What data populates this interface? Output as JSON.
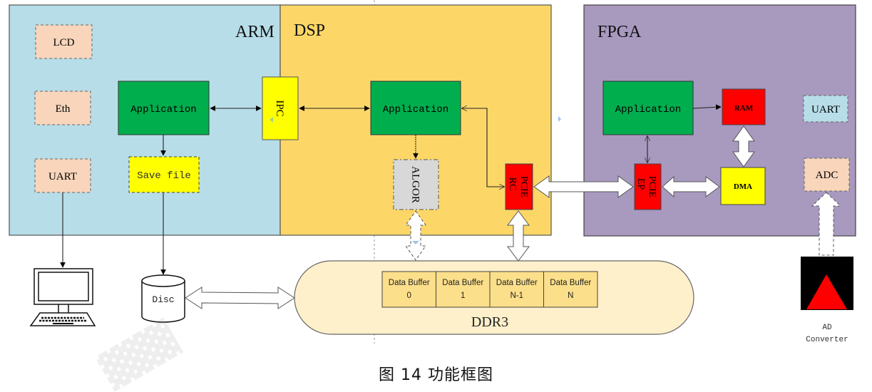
{
  "caption": "图 14 功能框图",
  "colors": {
    "arm_bg": "#b7dde8",
    "dsp_bg": "#fcd768",
    "fpga_bg": "#a899bf",
    "application": "#00ae4e",
    "yellow_block": "#ffff00",
    "red_block": "#ff0000",
    "peripheral": "#f8d5bb",
    "algor": "#d8d8d8",
    "ddr3": "#fff0cc",
    "data_buffer": "#fcdf8a",
    "uart_fpga": "#b7dde8"
  },
  "arm": {
    "title": "ARM",
    "peripherals": [
      "LCD",
      "Eth",
      "UART"
    ],
    "application": "Application",
    "save_file": "Save file"
  },
  "ipc": {
    "label": "IPC"
  },
  "dsp": {
    "title": "DSP",
    "application": "Application",
    "algor": "ALGOR",
    "pcie_rc": [
      "PCIE",
      "RC"
    ]
  },
  "fpga": {
    "title": "FPGA",
    "application": "Application",
    "ram": "RAM",
    "dma": "DMA",
    "uart": "UART",
    "adc": "ADC",
    "pcie_ep": [
      "PCIE",
      "EP"
    ]
  },
  "ddr3": {
    "label": "DDR3",
    "buffers": [
      {
        "line1": "Data Buffer",
        "line2": "0"
      },
      {
        "line1": "Data Buffer",
        "line2": "1"
      },
      {
        "line1": "Data Buffer",
        "line2": "N-1"
      },
      {
        "line1": "Data Buffer",
        "line2": "N"
      }
    ]
  },
  "external": {
    "disc": "Disc",
    "ad_converter": [
      "AD",
      "Converter"
    ]
  }
}
